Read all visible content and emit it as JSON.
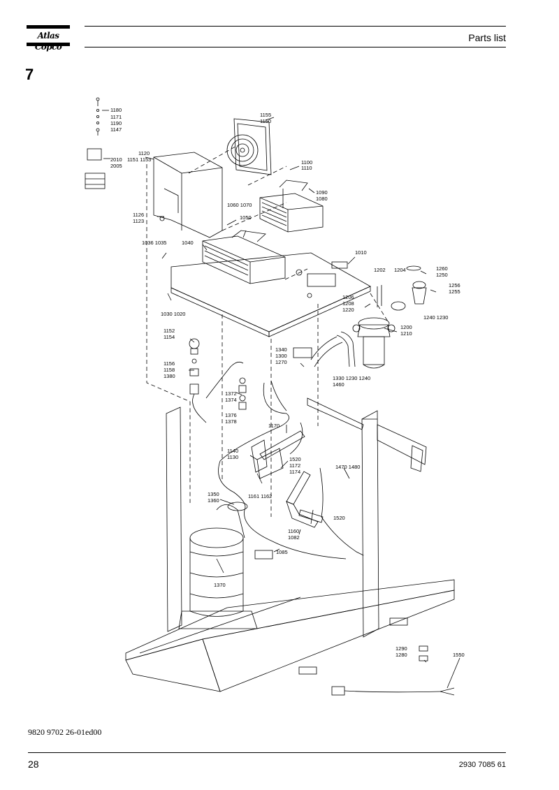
{
  "header": {
    "logo_text": "Atlas Copco",
    "title": "Parts list"
  },
  "section": {
    "number": "7"
  },
  "drawing": {
    "labels": {
      "l1180": "1180",
      "l1171": "1171",
      "l1190": "1190",
      "l1147": "1147",
      "l2010": "2010",
      "l2005": "2005",
      "l1120": "1120",
      "l1151": "1151 1153",
      "l1126": "1126",
      "l1123": "1123",
      "l1155": "1155",
      "l1150": "1150",
      "l1100": "1100",
      "l1110": "1110",
      "l1090": "1090",
      "l1080": "1080",
      "l1060": "1060 1070",
      "l1050": "1050",
      "l1036": "1036 1035",
      "l1040": "1040",
      "l1010": "1010",
      "l1202": "1202",
      "l1204": "1204",
      "l1260": "1260",
      "l1250": "1250",
      "l1256": "1256",
      "l1255": "1255",
      "l1206": "1206",
      "l1208": "1208",
      "l1220": "1220",
      "l1240b": "1240 1230",
      "l1200": "1200",
      "l1210": "1210",
      "l1030": "1030 1020",
      "l1152": "1152",
      "l1154": "1154",
      "l1340": "1340",
      "l1300": "1300",
      "l1270": "1270",
      "l1330": "1330 1230 1240",
      "l1460": "1460",
      "l1156": "1156",
      "l1158": "1158",
      "l1380": "1380",
      "l1372": "1372",
      "l1374": "1374",
      "l1376": "1376",
      "l1378": "1378",
      "l1170": "1170",
      "l1140": "1140",
      "l1130": "1130",
      "l1520": "1520",
      "l1172": "1172",
      "l1174": "1174",
      "l1470": "1470 1480",
      "l1350": "1350",
      "l1360": "1360",
      "l1161": "1161 1162",
      "l1520b": "1520",
      "l1160": "1160",
      "l1082": "1082",
      "l1085": "1085",
      "l1370": "1370",
      "l1290": "1290",
      "l1280": "1280",
      "l1550": "1550"
    }
  },
  "footer": {
    "doc_ref": "9820 9702 26-01ed00",
    "page_number": "28",
    "document_number": "2930 7085 61"
  }
}
